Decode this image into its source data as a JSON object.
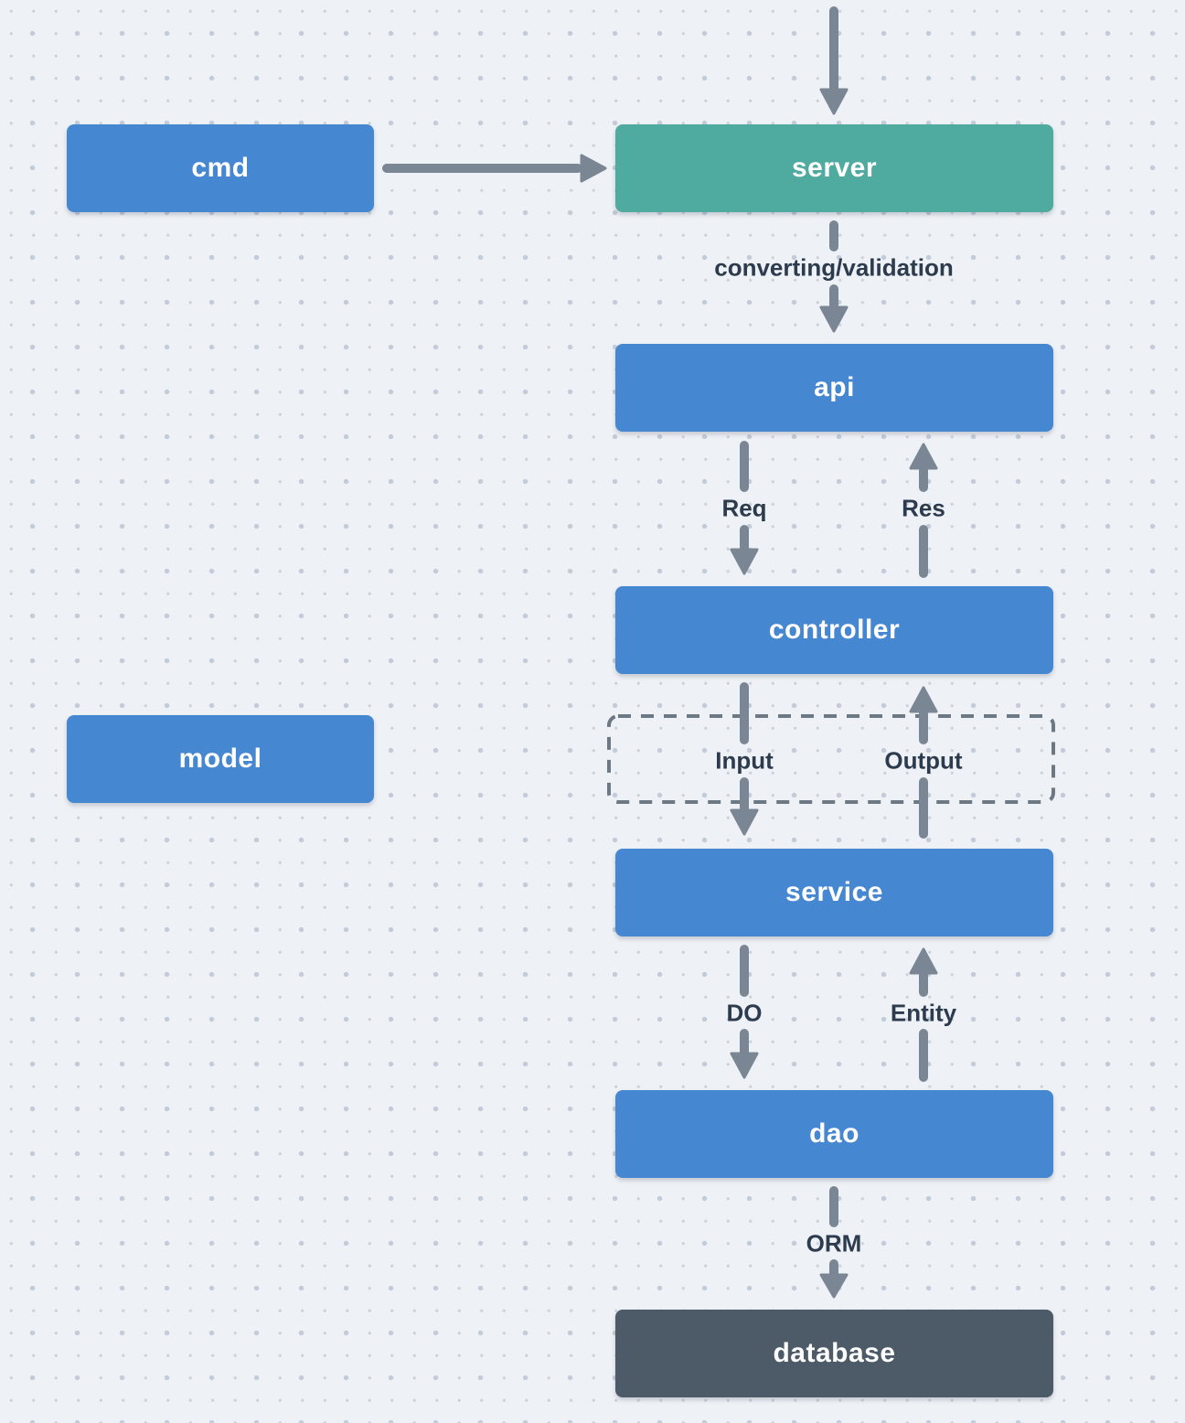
{
  "diagram": {
    "title": "go web application layered architecture flowchart",
    "nodes": {
      "cmd": {
        "label": "cmd",
        "color": "#4687d1"
      },
      "server": {
        "label": "server",
        "color": "#4fab9f"
      },
      "api": {
        "label": "api",
        "color": "#4687d1"
      },
      "controller": {
        "label": "controller",
        "color": "#4687d1"
      },
      "model": {
        "label": "model",
        "color": "#4687d1"
      },
      "service": {
        "label": "service",
        "color": "#4687d1"
      },
      "dao": {
        "label": "dao",
        "color": "#4687d1"
      },
      "database": {
        "label": "database",
        "color": "#4d5a67"
      }
    },
    "edge_labels": {
      "converting": "converting/validation",
      "req": "Req",
      "res": "Res",
      "input": "Input",
      "output": "Output",
      "do": "DO",
      "entity": "Entity",
      "orm": "ORM"
    },
    "colors": {
      "background": "#eef1f5",
      "arrow": "#7b8694",
      "dashed_border": "#6c7884",
      "edge_label_text": "#2d3b4e",
      "node_blue": "#4687d1",
      "node_teal": "#4fab9f",
      "node_dark": "#4d5a67"
    }
  }
}
